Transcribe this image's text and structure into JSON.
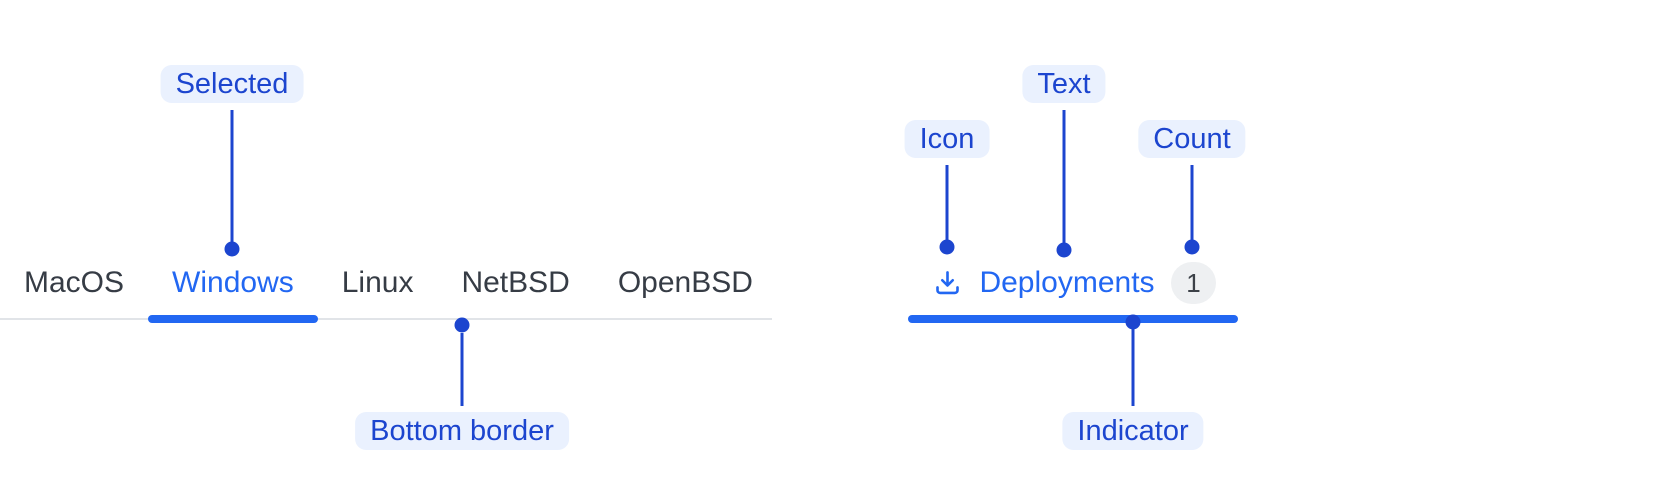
{
  "colors": {
    "tab_blue": "#2267f2",
    "annotation_blue": "#1c45cf",
    "annotation_bg": "#eaf1fe",
    "tab_text": "#363c45",
    "border_gray": "#e1e4e8",
    "badge_bg": "#eef0f2",
    "badge_text": "#3c4148",
    "background": "#ffffff"
  },
  "left_tab_bar": {
    "tabs": [
      {
        "label": "MacOS",
        "selected": false
      },
      {
        "label": "Windows",
        "selected": true
      },
      {
        "label": "Linux",
        "selected": false
      },
      {
        "label": "NetBSD",
        "selected": false
      },
      {
        "label": "OpenBSD",
        "selected": false
      }
    ],
    "annotations": {
      "selected": "Selected",
      "bottom_border": "Bottom border"
    }
  },
  "deployments_tab": {
    "icon": "download-icon",
    "label": "Deployments",
    "count": "1",
    "annotations": {
      "icon": "Icon",
      "text": "Text",
      "count": "Count",
      "indicator": "Indicator"
    }
  }
}
